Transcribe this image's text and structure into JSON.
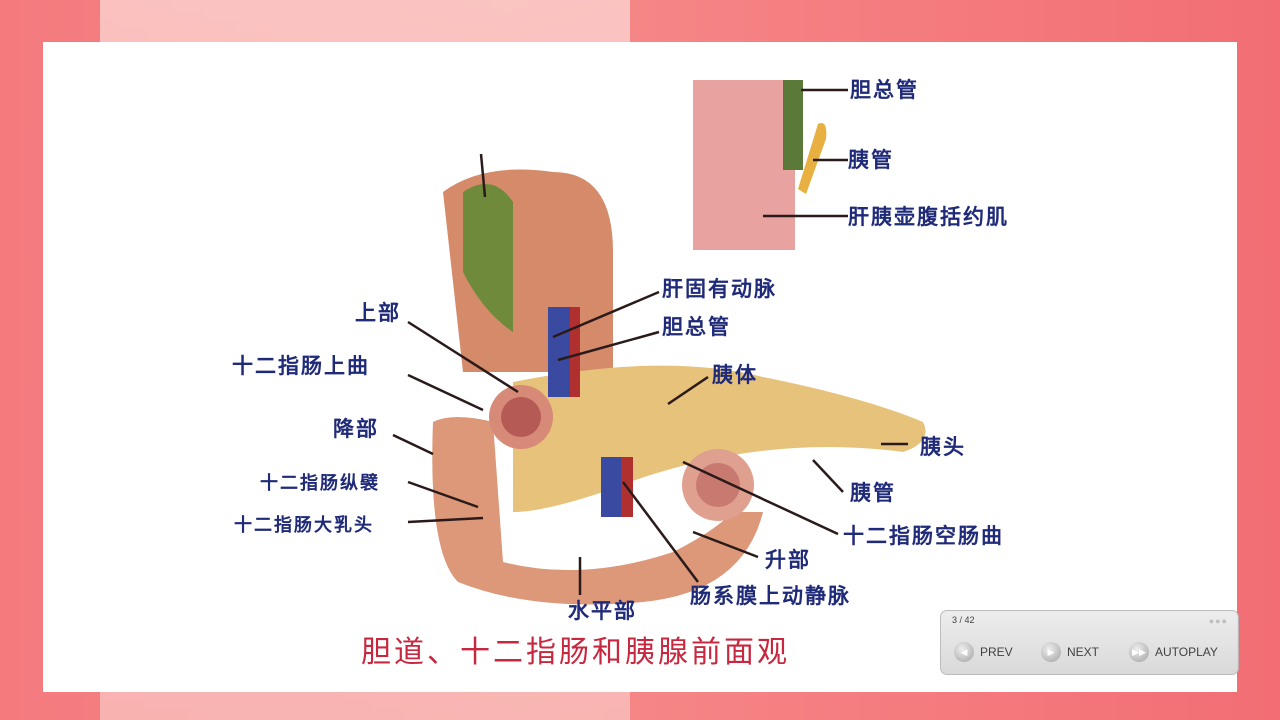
{
  "slide": {
    "inset_labels": [
      "胆总管",
      "胰管",
      "肝胰壶腹括约肌"
    ],
    "labels_right": [
      "肝固有动脉",
      "胆总管",
      "胰体",
      "胰头",
      "胰管",
      "十二指肠空肠曲",
      "升部",
      "肠系膜上动静脉",
      "水平部"
    ],
    "labels_left": [
      "上部",
      "十二指肠上曲",
      "降部",
      "十二指肠纵襞",
      "十二指肠大乳头"
    ],
    "title": "胆道、十二指肠和胰腺前面观"
  },
  "controls": {
    "counter": "3 / 42",
    "prev": "PREV",
    "next": "NEXT",
    "autoplay": "AUTOPLAY",
    "icons": [
      "prev-icon",
      "next-icon",
      "autoplay-icon"
    ]
  },
  "colors": {
    "label": "#1f2a78",
    "title": "#c8283f",
    "background": "#f47a7e"
  }
}
